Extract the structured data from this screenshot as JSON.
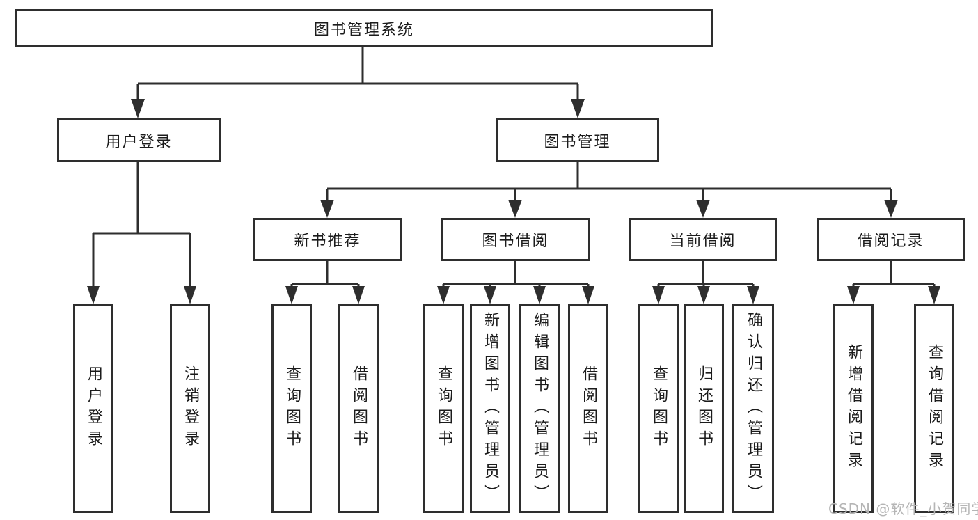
{
  "diagram": {
    "type": "hierarchy-tree",
    "colors": {
      "line": "#2e2e2e",
      "box_border": "#2e2e2e",
      "box_fill": "#ffffff",
      "text": "#1b1b1b",
      "watermark": "#b5b5b5"
    },
    "nodes": {
      "root": "图书管理系统",
      "l2_user_login": "用户登录",
      "l2_book_mgmt": "图书管理",
      "l3_new_books": "新书推荐",
      "l3_book_borrow": "图书借阅",
      "l3_current_borrow": "当前借阅",
      "l3_borrow_records": "借阅记录",
      "leaf_user_login": "用户登录",
      "leaf_logout": "注销登录",
      "leaf_nb_query_books": "查询图书",
      "leaf_nb_borrow_books": "借阅图书",
      "leaf_bb_query_books": "查询图书",
      "leaf_bb_add_books_admin": "新增图书（管理员）",
      "leaf_bb_edit_books_admin": "编辑图书（管理员）",
      "leaf_bb_borrow_books": "借阅图书",
      "leaf_cb_query_books": "查询图书",
      "leaf_cb_return_books": "归还图书",
      "leaf_cb_confirm_return_admin": "确认归还（管理员）",
      "leaf_r_add_borrow_record": "新增借阅记录",
      "leaf_r_query_borrow_record": "查询借阅记录"
    },
    "hierarchy": {
      "图书管理系统": {
        "用户登录": [
          "用户登录",
          "注销登录"
        ],
        "图书管理": {
          "新书推荐": [
            "查询图书",
            "借阅图书"
          ],
          "图书借阅": [
            "查询图书",
            "新增图书（管理员）",
            "编辑图书（管理员）",
            "借阅图书"
          ],
          "当前借阅": [
            "查询图书",
            "归还图书",
            "确认归还（管理员）"
          ],
          "借阅记录": [
            "新增借阅记录",
            "查询借阅记录"
          ]
        }
      }
    },
    "watermark": "CSDN @软件_小贺同学"
  }
}
